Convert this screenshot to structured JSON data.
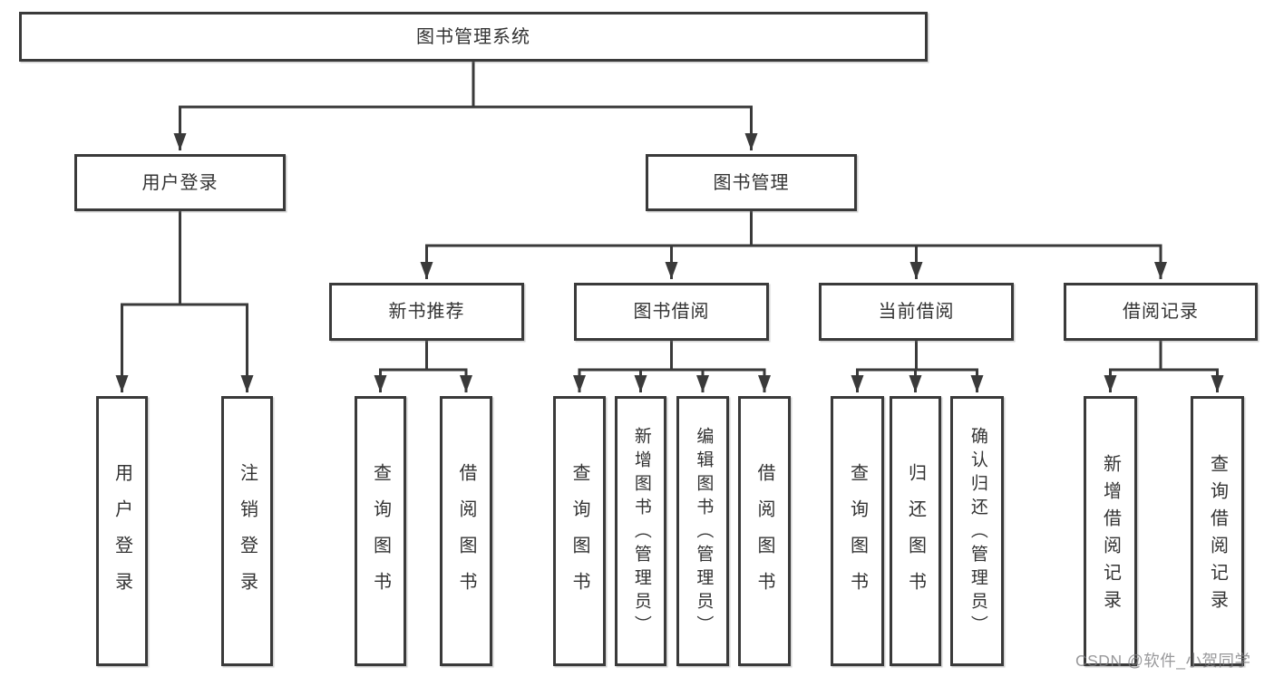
{
  "tree": {
    "root": {
      "label": "图书管理系统"
    },
    "children": [
      {
        "label": "用户登录",
        "children": [
          {
            "label": "用户登录"
          },
          {
            "label": "注销登录"
          }
        ]
      },
      {
        "label": "图书管理",
        "children": [
          {
            "label": "新书推荐",
            "children": [
              {
                "label": "查询图书"
              },
              {
                "label": "借阅图书"
              }
            ]
          },
          {
            "label": "图书借阅",
            "children": [
              {
                "label": "查询图书"
              },
              {
                "label": "新增图书（管理员）"
              },
              {
                "label": "编辑图书（管理员）"
              },
              {
                "label": "借阅图书"
              }
            ]
          },
          {
            "label": "当前借阅",
            "children": [
              {
                "label": "查询图书"
              },
              {
                "label": "归还图书"
              },
              {
                "label": "确认归还（管理员）"
              }
            ]
          },
          {
            "label": "借阅记录",
            "children": [
              {
                "label": "新增借阅记录"
              },
              {
                "label": "查询借阅记录"
              }
            ]
          }
        ]
      }
    ]
  },
  "watermark": {
    "text": "CSDN @软件_小贺同学"
  },
  "colors": {
    "line": "#3a3a3a",
    "box_border": "#3a3a3a",
    "text": "#333333",
    "background": "#ffffff",
    "watermark": "#808082"
  }
}
